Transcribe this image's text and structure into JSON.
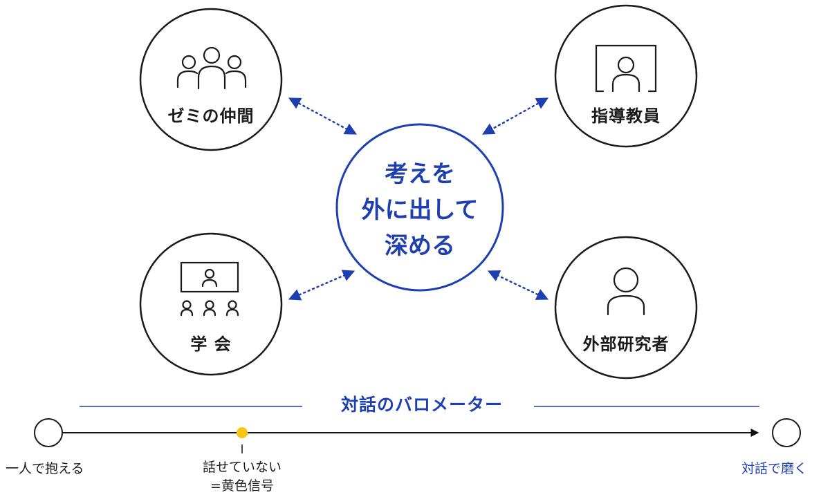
{
  "center": {
    "lines": [
      "考えを",
      "外に出して",
      "深める"
    ],
    "color": "#1e3fb0"
  },
  "nodes": {
    "seminar": {
      "label": "ゼミの仲間",
      "icon": "group-people-icon"
    },
    "advisor": {
      "label": "指導教員",
      "icon": "presenter-screen-icon"
    },
    "conference": {
      "label": "学 会",
      "icon": "conference-audience-icon"
    },
    "external": {
      "label": "外部研究者",
      "icon": "person-icon"
    }
  },
  "barometer": {
    "title": "対話のバロメーター",
    "start_label": "一人で抱える",
    "middle_label_line1": "話せていない",
    "middle_label_line2": "=黄色信号",
    "end_label": "対話で磨く",
    "marker_color": "#f5c518",
    "accent_color": "#1e3fb0"
  }
}
